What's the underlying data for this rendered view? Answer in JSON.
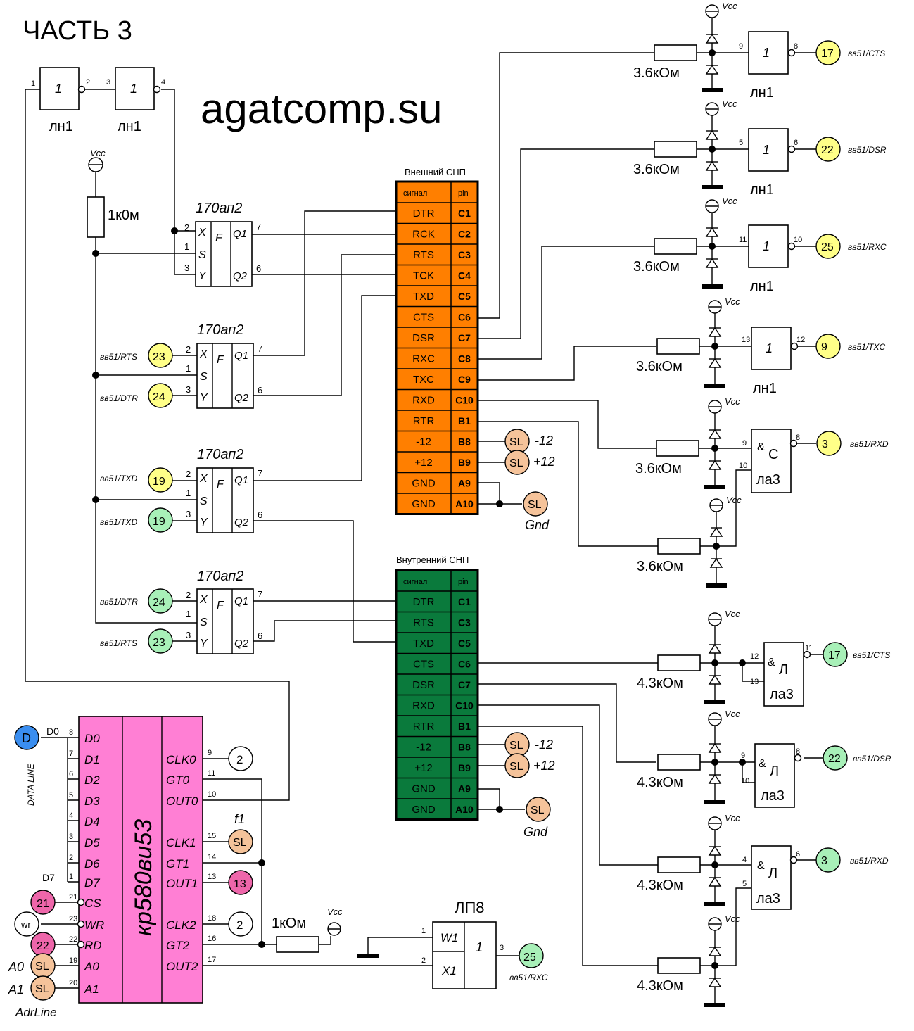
{
  "title": "ЧАСТЬ 3",
  "watermark": "agatcomp.su",
  "colors": {
    "ext_conn": "#ff7f00",
    "int_conn": "#0a7a3c",
    "timer_chip": "#ff7fd4",
    "node_yellow": "#ffff88",
    "node_green": "#a8f0b8",
    "node_pink": "#ee66aa",
    "node_orange": "#f5c39a",
    "node_blue": "#3a8ef0",
    "node_white": "#ffffff"
  },
  "labels": {
    "ln1": "лн1",
    "la3": "ла3",
    "ap2": "170ап2",
    "vcc": "Vcc",
    "r1k": "1к0м",
    "r1k_b": "1кОм",
    "r36": "3.6кОм",
    "r43": "4.3кОм",
    "one": "1",
    "and": "&",
    "C": "С",
    "L": "Л",
    "X": "X",
    "S": "S",
    "Y": "Y",
    "F": "F",
    "Q1": "Q1",
    "Q2": "Q2",
    "SL": "SL",
    "m12": "-12",
    "p12": "+12",
    "gnd": "Gnd",
    "lp8": "ЛП8",
    "W1": "W1",
    "X1": "X1",
    "f1": "f1",
    "D": "D",
    "D0": "D0",
    "D7": "D7",
    "dataline": "DATA LINE",
    "wr": "wr",
    "A0": "A0",
    "A1": "A1",
    "adrline": "AdrLine",
    "chip": "кр580ви53"
  },
  "ext_conn": {
    "title": "Внешний СНП",
    "h1": "сигнал",
    "h2": "pin",
    "rows": [
      {
        "s": "DTR",
        "p": "C1"
      },
      {
        "s": "RCK",
        "p": "C2"
      },
      {
        "s": "RTS",
        "p": "C3"
      },
      {
        "s": "TCK",
        "p": "C4"
      },
      {
        "s": "TXD",
        "p": "C5"
      },
      {
        "s": "CTS",
        "p": "C6"
      },
      {
        "s": "DSR",
        "p": "C7"
      },
      {
        "s": "RXC",
        "p": "C8"
      },
      {
        "s": "TXC",
        "p": "C9"
      },
      {
        "s": "RXD",
        "p": "C10"
      },
      {
        "s": "RTR",
        "p": "B1"
      },
      {
        "s": "-12",
        "p": "B8"
      },
      {
        "s": "+12",
        "p": "B9"
      },
      {
        "s": "GND",
        "p": "A9"
      },
      {
        "s": "GND",
        "p": "A10"
      }
    ]
  },
  "int_conn": {
    "title": "Внутренний СНП",
    "h1": "сигнал",
    "h2": "pin",
    "rows": [
      {
        "s": "DTR",
        "p": "C1"
      },
      {
        "s": "RTS",
        "p": "C3"
      },
      {
        "s": "TXD",
        "p": "C5"
      },
      {
        "s": "CTS",
        "p": "C6"
      },
      {
        "s": "DSR",
        "p": "C7"
      },
      {
        "s": "RXD",
        "p": "C10"
      },
      {
        "s": "RTR",
        "p": "B1"
      },
      {
        "s": "-12",
        "p": "B8"
      },
      {
        "s": "+12",
        "p": "B9"
      },
      {
        "s": "GND",
        "p": "A9"
      },
      {
        "s": "GND",
        "p": "A10"
      }
    ]
  },
  "timer": {
    "left_pins": [
      "D0",
      "D1",
      "D2",
      "D3",
      "D4",
      "D5",
      "D6",
      "D7",
      "CS",
      "WR",
      "RD",
      "A0",
      "A1"
    ],
    "left_nums": [
      "8",
      "7",
      "6",
      "5",
      "4",
      "3",
      "2",
      "1",
      "21",
      "23",
      "22",
      "19",
      "20"
    ],
    "right_pins": [
      "CLK0",
      "GT0",
      "OUT0",
      "CLK1",
      "GT1",
      "OUT1",
      "CLK2",
      "GT2",
      "OUT2"
    ],
    "right_nums": [
      "9",
      "11",
      "10",
      "15",
      "14",
      "13",
      "18",
      "16",
      "17"
    ]
  },
  "pin_nums": {
    "n1": "1",
    "n2": "2",
    "n3": "3",
    "n4": "4",
    "n5": "5",
    "n6": "6",
    "n7": "7",
    "n8": "8",
    "n9": "9",
    "n10": "10",
    "n11": "11",
    "n12": "12",
    "n13": "13"
  },
  "nodes": {
    "n17": "17",
    "n22": "22",
    "n25": "25",
    "n9": "9",
    "n3": "3",
    "n23": "23",
    "n24": "24",
    "n19": "19",
    "n21": "21",
    "n2": "2",
    "n13": "13"
  },
  "sig": {
    "cts": "вв51/CTS",
    "dsr": "вв51/DSR",
    "rxc": "вв51/RXC",
    "txc": "вв51/TXC",
    "rxd": "вв51/RXD",
    "rts": "вв51/RTS",
    "dtr": "вв51/DTR",
    "txd": "вв51/TXD"
  }
}
